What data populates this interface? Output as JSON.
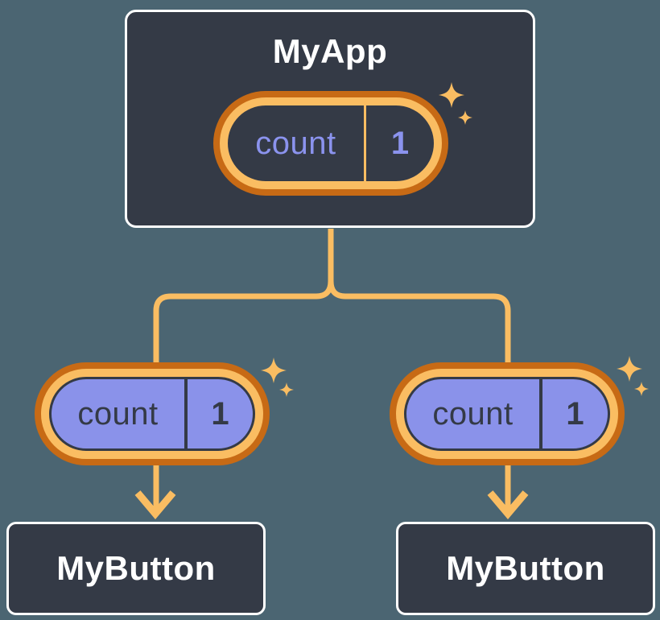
{
  "diagram": {
    "description": "React component tree with state passed down as props",
    "background_color": "#4B6572",
    "colors": {
      "node_bg": "#343A46",
      "node_border": "#FFFFFF",
      "ring_outer": "#C76A15",
      "ring_inner": "#FABD62",
      "arrow": "#FABD62",
      "prop_pill_fill": "#8A92EA",
      "state_text": "#8B93EE",
      "dark_text": "#343A46",
      "title_text": "#FFFFFF"
    },
    "icons": {
      "sparkle": "✦",
      "arrow_down": "▼"
    },
    "root": {
      "title": "MyApp",
      "state": {
        "label": "count",
        "value": "1"
      }
    },
    "children": [
      {
        "node_title": "MyButton",
        "prop": {
          "label": "count",
          "value": "1"
        }
      },
      {
        "node_title": "MyButton",
        "prop": {
          "label": "count",
          "value": "1"
        }
      }
    ]
  }
}
